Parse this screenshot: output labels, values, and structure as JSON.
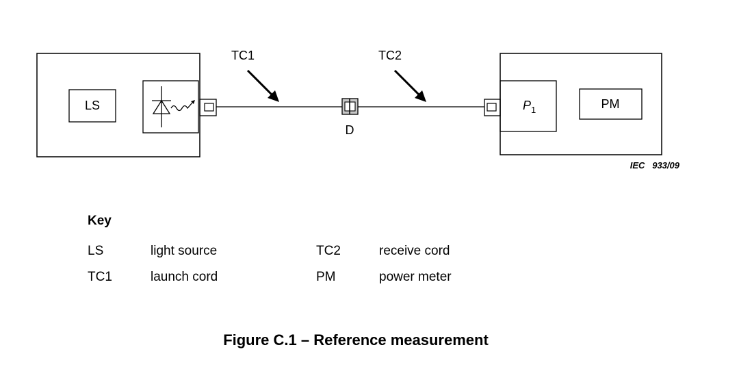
{
  "diagram": {
    "labels": {
      "ls": "LS",
      "pm": "PM",
      "p1_base": "P",
      "p1_sub": "1",
      "tc1": "TC1",
      "tc2": "TC2",
      "d": "D",
      "ref": "IEC   933/09"
    }
  },
  "key": {
    "title": "Key",
    "rows": [
      [
        {
          "abbr": "LS",
          "desc": "light source"
        },
        {
          "abbr": "TC2",
          "desc": "receive cord"
        }
      ],
      [
        {
          "abbr": "TC1",
          "desc": "launch cord"
        },
        {
          "abbr": "PM",
          "desc": "power meter"
        }
      ]
    ]
  },
  "caption": "Figure C.1 – Reference measurement"
}
